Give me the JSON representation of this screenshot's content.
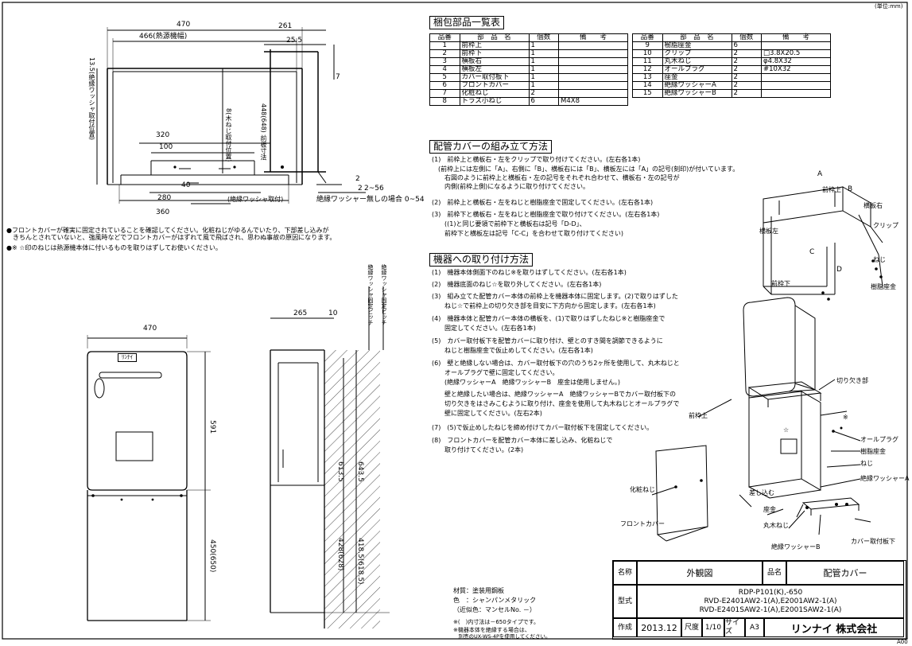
{
  "unit_note": "(単位:mm)",
  "corner_code": "A00",
  "top_view": {
    "dims": {
      "w470": "470",
      "w466": "466(熱源機幅)",
      "h261": "261",
      "h25_5": "25.5",
      "h7": "7",
      "d13_5": "13.5(絶縁ワッシャ取付位置)",
      "d8": "8(木ねじ取付位置)",
      "d448": "448(648) 前板寸法",
      "w320": "320",
      "w100": "100",
      "w40": "40",
      "w280": "280",
      "w360": "360",
      "d2a": "2",
      "d2b": "2",
      "d2_56": "2~56",
      "washer_install": "(絶縁ワッシャ取付)",
      "no_washer_note": "絶縁ワッシャー無しの場合 0~54"
    }
  },
  "notes": [
    "●フロントカバーが確実に固定されていることを確認してください。化粧ねじがゆるんでいたり、下部差し込みが",
    "　きちんとされていないと、強風時などでフロントカバーがはずれて風で飛ばされ、思わぬ事故の原因になります。",
    "●※ ☆印のねじは熱源機本体に付いるものを取りはずしてお使いください。"
  ],
  "parts_table": {
    "title": "梱包部品一覧表",
    "headers": [
      "品番",
      "部　品　名",
      "個数",
      "備　　考"
    ],
    "left": [
      [
        "1",
        "前枠上",
        "1",
        ""
      ],
      [
        "2",
        "前枠下",
        "1",
        ""
      ],
      [
        "3",
        "横板右",
        "1",
        ""
      ],
      [
        "4",
        "横板左",
        "1",
        ""
      ],
      [
        "5",
        "カバー取付板下",
        "1",
        ""
      ],
      [
        "6",
        "フロントカバー",
        "1",
        ""
      ],
      [
        "7",
        "化粧ねじ",
        "2",
        ""
      ],
      [
        "8",
        "トラス小ねじ",
        "6",
        "M4X8"
      ]
    ],
    "right": [
      [
        "9",
        "樹脂座金",
        "6",
        ""
      ],
      [
        "10",
        "クリップ",
        "2",
        "□3.8X20.5"
      ],
      [
        "11",
        "丸木ねじ",
        "2",
        "φ4.8X32"
      ],
      [
        "12",
        "オールプラグ",
        "2",
        "#10X32"
      ],
      [
        "13",
        "座金",
        "2",
        ""
      ],
      [
        "14",
        "絶縁ワッシャーA",
        "2",
        ""
      ],
      [
        "15",
        "絶縁ワッシャーB",
        "2",
        ""
      ]
    ]
  },
  "assembly": {
    "title": "配管カバーの組み立て方法",
    "lines": [
      "(1)　前枠上と横板右・左をクリップで取り付けてください。(左右各1本)",
      "　(前枠上には左側に「A」、右側に「B」、横板右には「B」、横板左には「A」の記号(刻印)が付いています。",
      "　　右図のように前枠上と横板右・左の記号をそれぞれ合わせて、横板右・左の記号が",
      "　　内側(前枠上側)になるように取り付けてください。",
      "(2)　前枠上と横板右・左をねじと樹脂座金で固定してください。(左右各1本)",
      "(3)　前枠下と横板右・左をねじと樹脂座金で取り付けてください。(左右各1本)",
      "　　((1)と同じ要領で前枠下と横板右は記号「D-D」、",
      "　　前枠下と横板左は記号「C-C」を合わせて取り付けてください)"
    ],
    "labels": {
      "A": "A",
      "B": "B",
      "C": "C",
      "D": "D",
      "maewaku_ue": "前枠上",
      "yokoita_migi": "横板右",
      "yokoita_hidari": "横板左",
      "clip": "クリップ",
      "neji": "ねじ",
      "jushi": "樹脂座金",
      "maewaku_shita": "前枠下"
    }
  },
  "install": {
    "title": "機器への取り付け方法",
    "lines": [
      "(1)　機器本体側面下のねじ※を取りはずしてください。(左右各1本)",
      "(2)　機器底面のねじ☆を取り外してください。(左右各1本)",
      "(3)　組み立てた配管カバー本体の前枠上を機器本体に固定します。(2)で取りはずした",
      "　　ねじ☆で前枠上の切り欠き部を目安に下方向から固定します。(左右各1本)",
      "(4)　機器本体と配管カバー本体の横板を、(1)で取りはずしたねじ※と樹脂座金で",
      "　　固定してください。(左右各1本)",
      "(5)　カバー取付板下を配管カバーに取り付け、壁とのすき間を調節できるように",
      "　　ねじと樹脂座金で仮止めしてください。(左右各1本)",
      "(6)　壁と絶縁しない場合は、カバー取付板下の穴のうち2ヶ所を使用して、丸木ねじと",
      "　　オールプラグで壁に固定してください。",
      "　　(絶縁ワッシャーA　絶縁ワッシャーB　座金は使用しません。)",
      "　　壁と絶縁したい場合は、絶縁ワッシャーA　絶縁ワッシャーBでカバー取付板下の",
      "　　切り欠きをはさみこむように取り付け、座金を使用して丸木ねじとオールプラグで",
      "　　壁に固定してください。(左右2本)",
      "(7)　(5)で仮止めしたねじを締め付けてカバー取付板下を固定してください。",
      "(8)　フロントカバーを配管カバー本体に差し込み、化粧ねじで",
      "　　取り付けてください。(2本)"
    ],
    "labels": {
      "maewaku_ue": "前枠上",
      "kirikaki": "切り欠き部",
      "kome": "※",
      "star": "☆",
      "allplug": "オールプラグ",
      "jushi": "樹脂座金",
      "neji": "ねじ",
      "washerA": "絶縁ワッシャーA",
      "keshou": "化粧ねじ",
      "sashikomu": "差し込む",
      "front": "フロントカバー",
      "zagane": "座金",
      "maruki": "丸木ねじ",
      "cover_plate": "カバー取付板下",
      "washerB": "絶縁ワッシャーB"
    }
  },
  "front_view": {
    "w470": "470",
    "h591": "591",
    "h450": "450(650)",
    "badge": "ﾘﾝﾅｲ"
  },
  "side_view": {
    "w265": "265",
    "w10": "10",
    "h613": "613.5",
    "h643": "643.5",
    "h428": "428(628)",
    "h418": "418.5(618.5)",
    "pitch1": "絶縁ワッシャ固定ピッチ",
    "pitch2": "絶縁ワッシャ固定ピッチ"
  },
  "material": {
    "lines": [
      "材質：塗装用鋼板",
      "色　：シャンパンメタリック",
      "（近似色：マンセルNo. －）",
      "",
      "※(　)内寸法は－650タイプです。",
      "※機器本体を絶縁する場合は、",
      "　別売のUX-WS-4Pを使用してください。"
    ]
  },
  "title_block": {
    "name_label": "名称",
    "name_value": "外観図",
    "part_label": "品名",
    "part_value": "配管カバー",
    "model_label": "型式",
    "model_lines": [
      "RDP-P101(K),-650",
      "RVD-E2401AW2-1(A),E2001AW2-1(A)",
      "RVD-E2401SAW2-1(A),E2001SAW2-1(A)"
    ],
    "made_label": "作成",
    "made_value": "2013.12",
    "scale_label": "尺度",
    "scale_value": "1/10",
    "size_label": "サイズ",
    "size_value": "A3",
    "company": "リンナイ 株式会社"
  }
}
